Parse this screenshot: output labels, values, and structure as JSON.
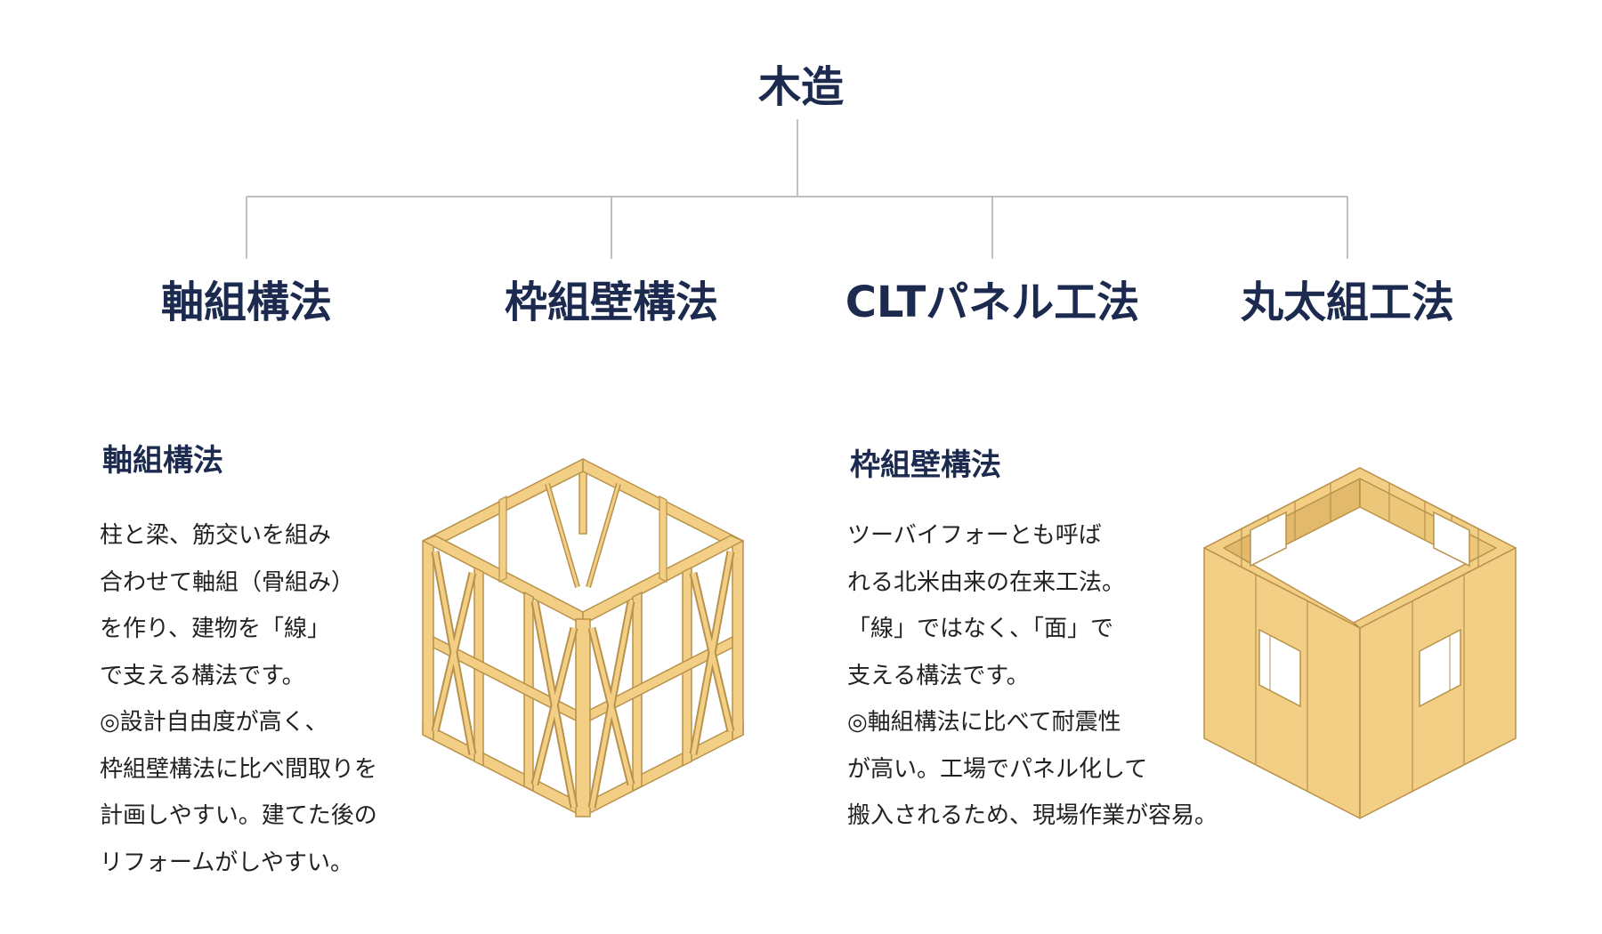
{
  "diagram": {
    "root": "木造",
    "branches": [
      "軸組構法",
      "枠組壁構法",
      "CLTパネル工法",
      "丸太組工法"
    ],
    "line_color": "#aaaaaa",
    "text_color": "#1b2a4e"
  },
  "sections": [
    {
      "title": "軸組構法",
      "lines": [
        "柱と梁、筋交いを組み",
        "合わせて軸組（骨組み）",
        "を作り、建物を「線」",
        "で支える構法です。",
        "◎設計自由度が高く、",
        "枠組壁構法に比べ間取りを",
        "計画しやすい。建てた後の",
        "リフォームがしやすい。"
      ],
      "illustration": "timber-frame-cube-illustration"
    },
    {
      "title": "枠組壁構法",
      "lines": [
        "ツーバイフォーとも呼ば",
        "れる北米由来の在来工法。",
        "「線」ではなく、「面」で",
        "支える構法です。",
        "◎軸組構法に比べて耐震性",
        "が高い。工場でパネル化して",
        "搬入されるため、現場作業が容易。"
      ],
      "illustration": "panel-wall-box-illustration"
    }
  ],
  "colors": {
    "wood_fill": "#f3cf86",
    "wood_stroke": "#b8924a",
    "wood_dark": "#e3b96c",
    "description_text": "#222222"
  }
}
